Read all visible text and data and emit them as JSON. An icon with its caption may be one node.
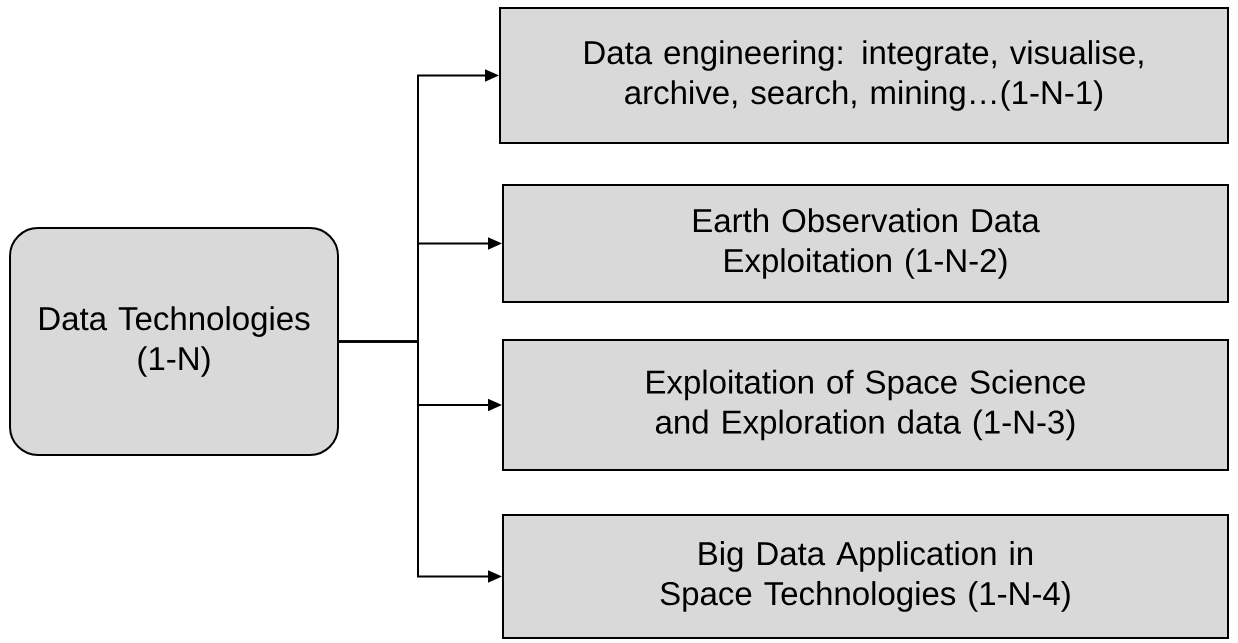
{
  "diagram": {
    "nodes": [
      {
        "text": [
          "Data Technologies (1-N)"
        ]
      },
      {
        "text": [
          "Data engineering: integrate, visualise, archive, search, mining…(1-N-1)"
        ]
      },
      {
        "text": [
          "Earth Observation Data Exploitation (1-N-2)"
        ]
      },
      {
        "text": [
          "Exploitation of Space Science and Exploration data (1-N-3)"
        ]
      },
      {
        "text": [
          "Big Data Application in Space Technologies (1-N-4)"
        ]
      }
    ],
    "edges": [
      {
        "from": 0,
        "to": 1,
        "arrow": "to"
      },
      {
        "from": 0,
        "to": 2,
        "arrow": "to"
      },
      {
        "from": 0,
        "to": 3,
        "arrow": "to"
      },
      {
        "from": 0,
        "to": 4,
        "arrow": "to"
      }
    ]
  }
}
